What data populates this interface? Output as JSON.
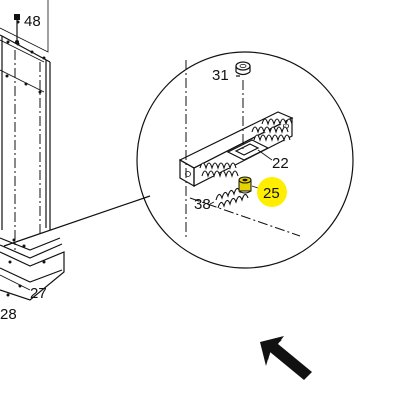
{
  "callouts": [
    {
      "id": "48",
      "label": "48"
    },
    {
      "id": "31",
      "label": "31"
    },
    {
      "id": "22",
      "label": "22"
    },
    {
      "id": "25",
      "label": "25"
    },
    {
      "id": "38",
      "label": "38"
    },
    {
      "id": "27",
      "label": "27"
    },
    {
      "id": "28",
      "label": "28"
    }
  ],
  "highlight": {
    "part": "25",
    "color": "#ffee00",
    "part_color": "#e6d200"
  },
  "icons": {
    "direction_arrow": "arrow-down-right-icon"
  }
}
